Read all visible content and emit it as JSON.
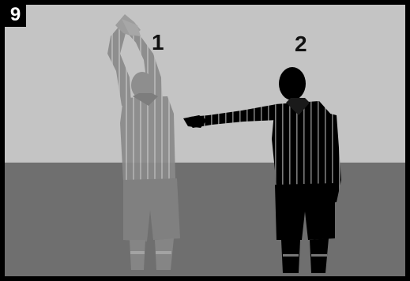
{
  "panel": {
    "number": "9",
    "step_1_label": "1",
    "step_2_label": "2"
  },
  "colors": {
    "sky": "#c4c4c4",
    "ground": "#6f6f6f",
    "ghost_figure": "#8a8a8a",
    "ghost_stripe": "#b0b0b0",
    "solid_figure": "#000000",
    "solid_stripe": "#7a7a7a"
  },
  "scene": {
    "ghost_referee_signal": "crossed-arms-overhead",
    "solid_referee_signal": "arm-extended-horizontal"
  }
}
